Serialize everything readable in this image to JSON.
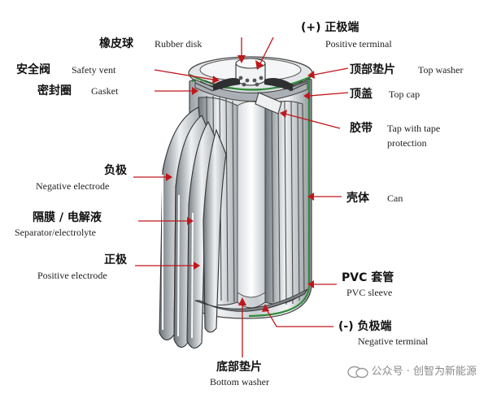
{
  "labels": {
    "rubber_disk": {
      "zh": "橡皮球",
      "en": "Rubber disk"
    },
    "positive_terminal": {
      "zh": "(+) 正极端",
      "en": "Positive terminal"
    },
    "safety_vent": {
      "zh": "安全阀",
      "en": "Safety vent"
    },
    "top_washer": {
      "zh": "顶部垫片",
      "en": "Top washer"
    },
    "gasket": {
      "zh": "密封圈",
      "en": "Gasket"
    },
    "top_cap": {
      "zh": "顶盖",
      "en": "Top cap"
    },
    "tape": {
      "zh": "胶带",
      "en1": "Tap with tape",
      "en2": "protection"
    },
    "negative_electrode": {
      "zh": "负极",
      "en": "Negative electrode"
    },
    "can": {
      "zh": "壳体",
      "en": "Can"
    },
    "separator": {
      "zh": "隔膜 / 电解液",
      "en": "Separator/electrolyte"
    },
    "positive_electrode": {
      "zh": "正极",
      "en": "Positive electrode"
    },
    "pvc_sleeve": {
      "zh": "PVC 套管",
      "en": "PVC sleeve"
    },
    "negative_terminal": {
      "zh": "(-) 负极端",
      "en": "Negative terminal"
    },
    "bottom_washer": {
      "zh": "底部垫片",
      "en": "Bottom washer"
    }
  },
  "watermark": "公众号 · 创智为新能源",
  "colors": {
    "leader": "#c0171c",
    "sleeve": "#2f8a3a",
    "metal": "#cfd3d6",
    "shadow": "#7c8288"
  }
}
